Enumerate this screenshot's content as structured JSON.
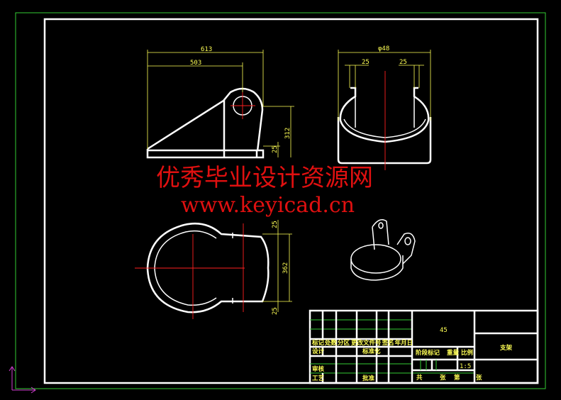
{
  "dimensions": {
    "front_width": "613",
    "front_hole_pos": "503",
    "front_height": "312",
    "front_base": "25",
    "side_diameter": "φ48",
    "side_left": "25",
    "side_right": "25",
    "top_height": "362",
    "top_upper": "25",
    "top_lower": "25"
  },
  "watermark": {
    "title": "优秀毕业设计资源网",
    "url": "www.keyicad.cn"
  },
  "title_block": {
    "material": "45",
    "part_name": "支架",
    "header": [
      "标记",
      "处数",
      "分区",
      "更改文件号",
      "签名",
      "年月日"
    ],
    "design": "设计",
    "standardization": "标准化",
    "stage_mark": "阶段标记",
    "weight": "重量",
    "scale_label": "比例",
    "scale_value": "1:5",
    "review": "审核",
    "process": "工艺",
    "approve": "批准",
    "total": "共",
    "sheets": "张",
    "sheet_no": "第",
    "sheets2": "张"
  },
  "colors": {
    "background": "#000000",
    "outline": "#ffffff",
    "dimension": "#ffff55",
    "centerline": "#ff2020",
    "border": "#33cc33"
  }
}
